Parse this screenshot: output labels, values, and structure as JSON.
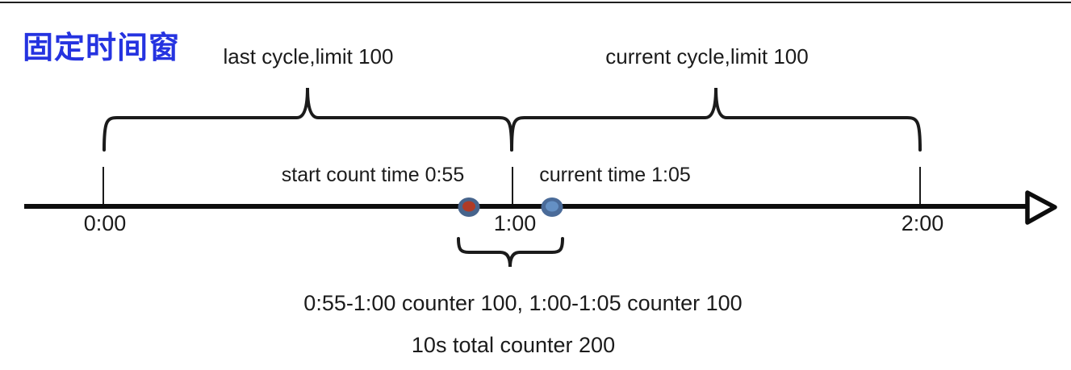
{
  "title": "固定时间窗",
  "annotations": {
    "last_cycle": "last cycle,limit 100",
    "current_cycle": "current cycle,limit 100",
    "start_count": "start count time 0:55",
    "current_time": "current time 1:05",
    "counter_line1": "0:55-1:00 counter 100, 1:00-1:05 counter 100",
    "counter_line2": "10s total counter 200"
  },
  "timeline": {
    "tick_labels": [
      "0:00",
      "1:00",
      "2:00"
    ],
    "markers": [
      {
        "name": "start count time 0:55",
        "dot_inner_color": "#B03B26",
        "dot_ring_color": "#47648C"
      },
      {
        "name": "current time 1:05",
        "dot_inner_color": "#6490C4",
        "dot_ring_color": "#4A6B99"
      }
    ]
  },
  "colors": {
    "title_blue": "#2533E0",
    "stroke_black": "#1b1b1b",
    "marker_ring": "#47648C",
    "marker_red": "#B03B26",
    "marker_light_blue": "#6490C4"
  }
}
